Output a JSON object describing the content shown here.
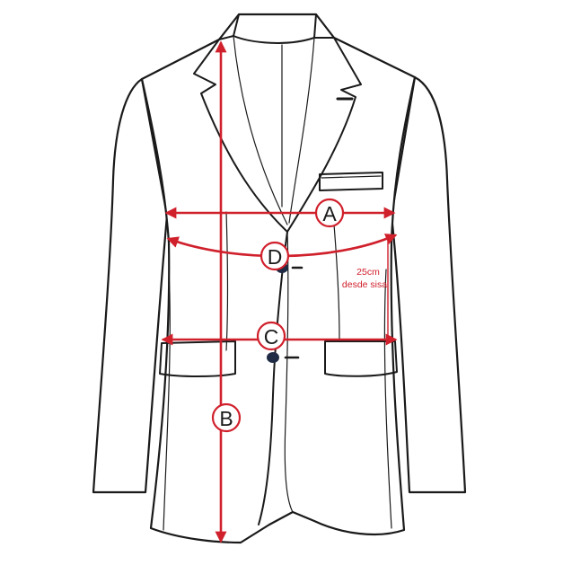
{
  "colors": {
    "measure": "#d0202c",
    "outline": "#1a1a1a",
    "button": "#1f2a44"
  },
  "labels": {
    "a": "A",
    "b": "B",
    "c": "C",
    "d": "D"
  },
  "note": {
    "line1": "25cm",
    "line2": "desde sisa"
  },
  "icons": [
    "chest-width-arrow",
    "length-arrow",
    "waist-width-arrow",
    "chest-curve-arrow",
    "jacket-outline"
  ]
}
